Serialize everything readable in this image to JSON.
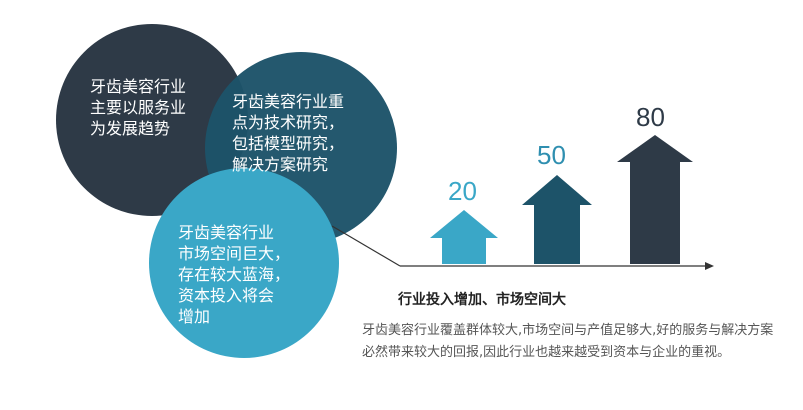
{
  "circles": [
    {
      "text": "牙齿美容行业\n主要以服务业\n为发展趋势",
      "color": "#2e3a47"
    },
    {
      "text": "牙齿美容行业重\n点为技术研究，\n包括模型研究，\n解决方案研究",
      "color": "#1d5369"
    },
    {
      "text": "牙齿美容行业\n市场空间巨大，\n存在较大蓝海，\n资本投入将会\n增加",
      "color": "#3aa7c7"
    }
  ],
  "arrows": [
    {
      "value": "20",
      "color": "#3aa7c7"
    },
    {
      "value": "50",
      "color": "#1d5369"
    },
    {
      "value": "80",
      "color": "#2e3a47"
    }
  ],
  "caption": "行业投入增加、市场空间大",
  "description": "牙齿美容行业覆盖群体较大,市场空间与产值足够大,好的服务与解决方案必然带来较大的回报,因此行业也越来越受到资本与企业的重视。"
}
